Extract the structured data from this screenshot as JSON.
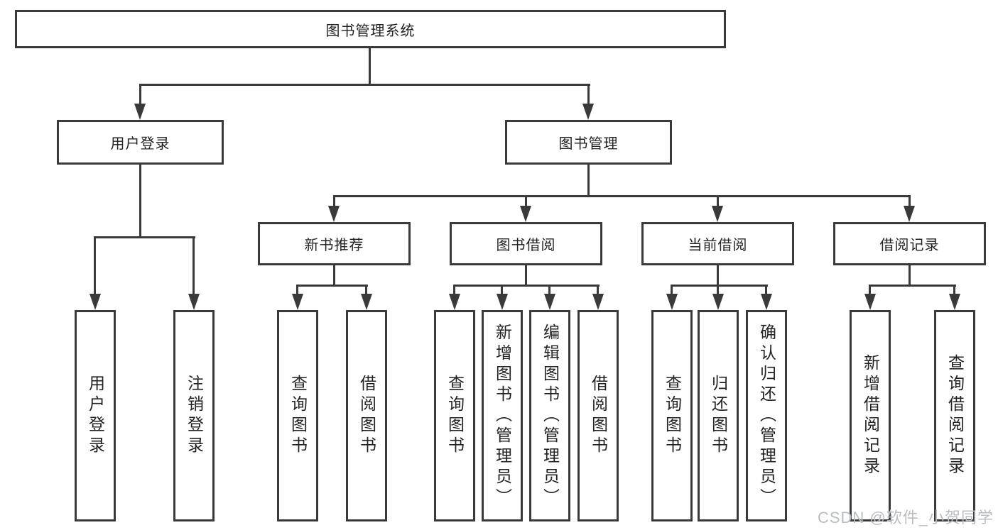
{
  "colors": {
    "line": "#3a3a3a",
    "box_border": "#3a3a3a",
    "box_fill": "#ffffff",
    "text": "#222222",
    "watermark": "#b9bdc2"
  },
  "nodes": {
    "root": "图书管理系统",
    "user_login": "用户登录",
    "book_management": "图书管理",
    "new_book_recommendation": "新书推荐",
    "book_borrowing": "图书借阅",
    "current_borrowing": "当前借阅",
    "borrowing_records": "借阅记录",
    "ul_user_login": "用户登录",
    "ul_logout": "注销登录",
    "nr_query_books": "查询图书",
    "nr_borrow_books": "借阅图书",
    "bb_query_books": "查询图书",
    "bb_add_books_admin": "新增图书（管理员）",
    "bb_edit_books_admin": "编辑图书（管理员）",
    "bb_borrow_books": "借阅图书",
    "cb_query_books": "查询图书",
    "cb_return_books": "归还图书",
    "cb_confirm_return_admin": "确认归还（管理员）",
    "br_add_borrow_record": "新增借阅记录",
    "br_query_borrow_record": "查询借阅记录"
  },
  "watermark": "CSDN @软件_小贺同学"
}
